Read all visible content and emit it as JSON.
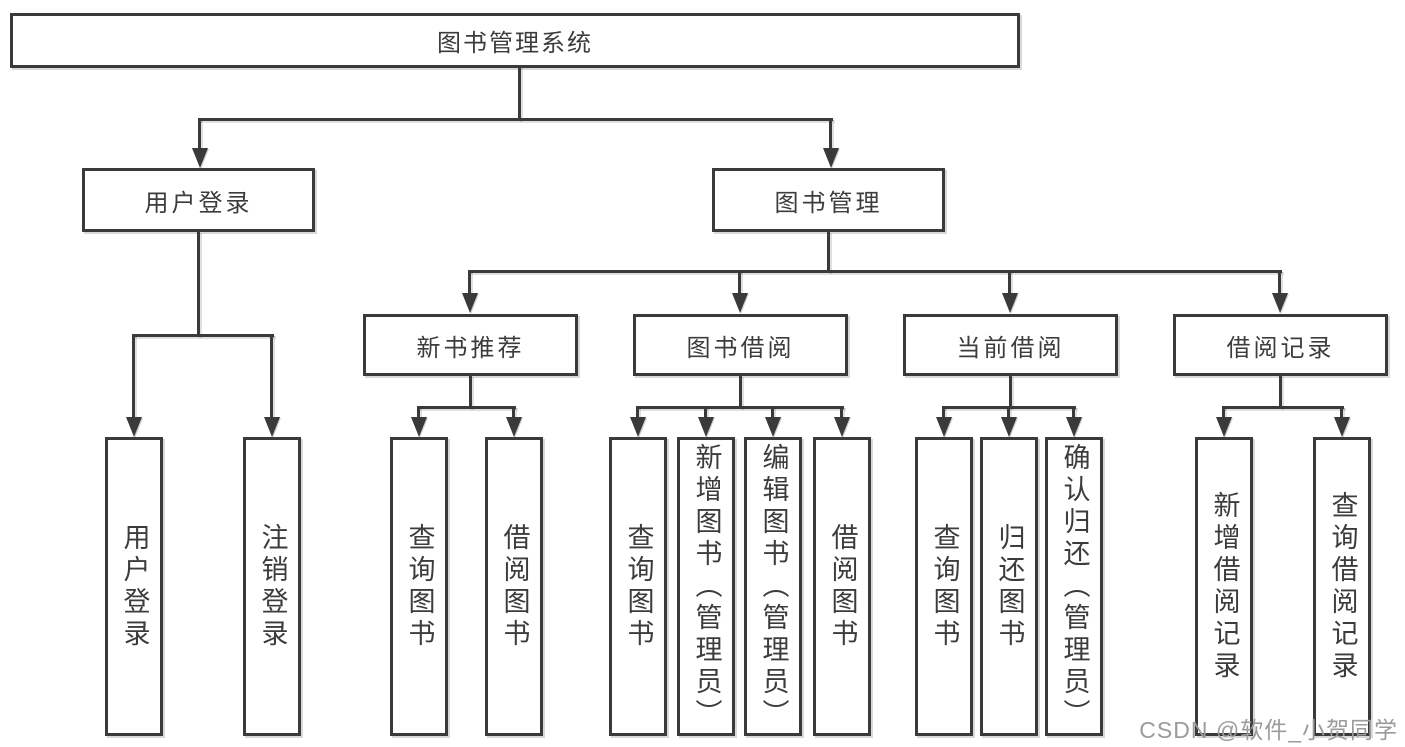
{
  "diagram": {
    "title": "图书管理系统",
    "modules": {
      "user_login": "用户登录",
      "book_management": "图书管理"
    },
    "submodules": {
      "new_book_recommend": "新书推荐",
      "book_borrow": "图书借阅",
      "current_borrow": "当前借阅",
      "borrow_records": "借阅记录"
    },
    "functions": {
      "login": "用户登录",
      "logout": "注销登录",
      "recommend_query_books": "查询图书",
      "recommend_borrow_books": "借阅图书",
      "borrow_query_books": "查询图书",
      "borrow_add_books": "新增图书（管理员）",
      "borrow_edit_books": "编辑图书（管理员）",
      "borrow_borrow_books": "借阅图书",
      "current_query_books": "查询图书",
      "current_return_books": "归还图书",
      "current_confirm_return": "确认归还（管理员）",
      "records_add_record": "新增借阅记录",
      "records_query_record": "查询借阅记录"
    }
  },
  "watermark": "CSDN @软件_小贺同学",
  "colors": {
    "line": "#3a3a3a",
    "text": "#3c3c3c",
    "background": "#ffffff",
    "watermark": "#9b9b9b"
  }
}
